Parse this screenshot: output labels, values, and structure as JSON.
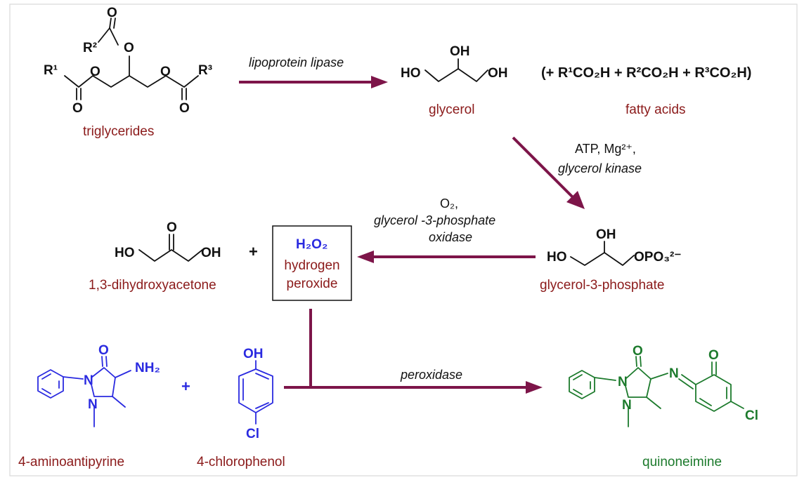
{
  "compounds": {
    "triglycerides": "triglycerides",
    "glycerol": "glycerol",
    "fatty_acids": "fatty acids",
    "fatty_acids_formula": "(+ R¹CO₂H + R²CO₂H + R³CO₂H)",
    "glycerol_3_phosphate": "glycerol-3-phosphate",
    "dihydroxyacetone": "1,3-dihydroxyacetone",
    "h2o2_formula": "H₂O₂",
    "h2o2_name_line1": "hydrogen",
    "h2o2_name_line2": "peroxide",
    "aminoantipyrine": "4-aminoantipyrine",
    "chlorophenol": "4-chlorophenol",
    "quinoneimine": "quinoneimine"
  },
  "conditions": {
    "step1": "lipoprotein lipase",
    "step2_line1": "ATP, Mg²⁺,",
    "step2_line2": "glycerol kinase",
    "step3_line1": "O₂,",
    "step3_line2": "glycerol -3-phosphate",
    "step3_line3": "oxidase",
    "step4": "peroxidase"
  },
  "atoms": {
    "O": "O",
    "OH": "OH",
    "HO": "HO",
    "R1": "R¹",
    "R2": "R²",
    "R3": "R³",
    "OPO3": "OPO₃²⁻",
    "NH2": "NH₂",
    "N": "N",
    "Cl": "Cl"
  },
  "symbols": {
    "plus": "+"
  },
  "colors": {
    "label": "#8b1a1a",
    "arrow": "#7d1549",
    "reagent": "#2a2ae0",
    "product": "#1c7a2c"
  }
}
